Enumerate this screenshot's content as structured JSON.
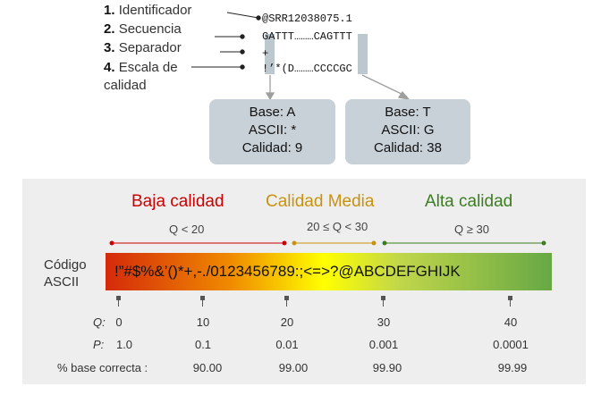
{
  "fastq_labels": [
    {
      "num": "1.",
      "text": "Identificador"
    },
    {
      "num": "2.",
      "text": "Secuencia"
    },
    {
      "num": "3.",
      "text": "Separador"
    },
    {
      "num": "4.",
      "text": "Escala de",
      "text2": "calidad"
    }
  ],
  "fastq_record": {
    "id_line": "@SRR12038075.1",
    "seq_line": "GATTT………CAGTTT",
    "sep_line": "+",
    "qual_line": "!’*(D………CCCCGC"
  },
  "base_boxes": [
    {
      "base": "Base: A",
      "ascii": "ASCII: *",
      "quality": "Calidad: 9"
    },
    {
      "base": "Base: T",
      "ascii": "ASCII: G",
      "quality": "Calidad: 38"
    }
  ],
  "categories": [
    {
      "title": "Baja calidad",
      "range": "Q < 20",
      "color": "#cc0000"
    },
    {
      "title": "Calidad Media",
      "range": "20 ≤ Q < 30",
      "color": "#c9920e"
    },
    {
      "title": "Alta calidad",
      "range": "Q ≥ 30",
      "color": "#3c7d22"
    }
  ],
  "ascii_label": {
    "line1": "Código",
    "line2": "ASCII"
  },
  "ascii_string": "!”#$%&’()*+,-./0123456789:;<=>?@ABCDEFGHIJK",
  "scale": {
    "q_label": "Q:",
    "p_label": "P:",
    "pct_label": "% base correcta :",
    "q_values": [
      "0",
      "10",
      "20",
      "30",
      "40"
    ],
    "p_values": [
      "1.0",
      "0.1",
      "0.01",
      "0.001",
      "0.0001"
    ],
    "pct_values": [
      "",
      "90.00",
      "99.00",
      "99.90",
      "99.99"
    ]
  }
}
